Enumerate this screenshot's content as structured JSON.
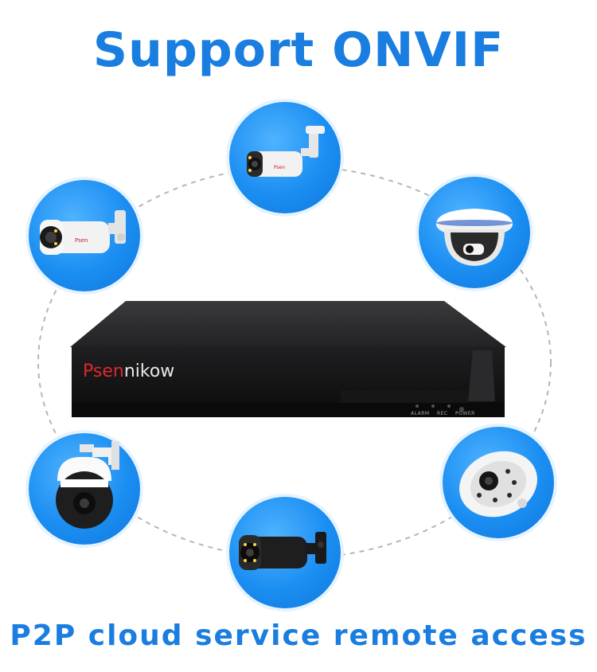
{
  "title": "Support ONVIF",
  "footer": "P2P cloud service remote access",
  "nvr": {
    "brand_red": "Psen",
    "brand_white": "nikow",
    "led_labels": [
      "ALARM",
      "REC",
      "POWER"
    ]
  },
  "cameras": [
    {
      "name": "bullet-camera-white",
      "icon": "bullet-camera-icon"
    },
    {
      "name": "bullet-camera-white-left",
      "icon": "bullet-camera-icon"
    },
    {
      "name": "dome-camera",
      "icon": "dome-camera-icon"
    },
    {
      "name": "ptz-camera",
      "icon": "ptz-camera-icon"
    },
    {
      "name": "bullet-camera-black",
      "icon": "bullet-camera-icon"
    },
    {
      "name": "fisheye-camera",
      "icon": "fisheye-camera-icon"
    }
  ],
  "colors": {
    "accent_blue": "#1a7de0",
    "circle_blue": "#1b8ef2",
    "nvr_body": "#1c1c1e",
    "brand_red": "#e0262b"
  }
}
